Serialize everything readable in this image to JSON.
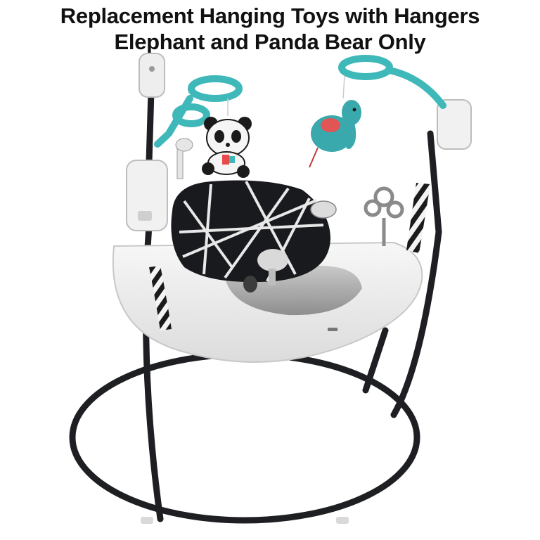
{
  "caption": {
    "line1": "Replacement Hanging Toys with Hangers",
    "line2": "Elephant and Panda Bear Only"
  },
  "colors": {
    "frame": "#1e1f22",
    "teal": "#3fb8b9",
    "seat_black": "#191a1d",
    "base_white": "#f1f1f1",
    "tray_gray": "#9a9a9a"
  },
  "icons": [
    "panda-bear-toy",
    "elephant-toy",
    "ring-hanger",
    "giraffe-toy",
    "zebra-pole"
  ]
}
